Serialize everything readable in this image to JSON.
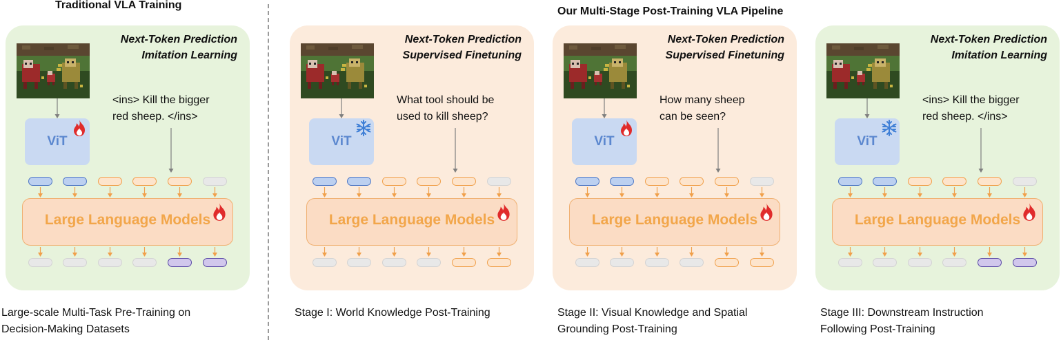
{
  "headings": {
    "traditional": "Traditional VLA Training",
    "pipeline": "Our Multi-Stage Post-Training VLA Pipeline"
  },
  "labels": {
    "vit": "ViT",
    "llm": "Large Language Models"
  },
  "panels": [
    {
      "color": "green",
      "objective_line1": "Next-Token Prediction",
      "objective_line2": "Imitation Learning",
      "prompt_line1": "<ins> Kill the bigger",
      "prompt_line2": "red sheep. </ins>",
      "vit_state": "fire-icon",
      "caption_line1": "Large-scale Multi-Task Pre-Training on",
      "caption_line2": "Decision-Making Datasets",
      "input_tokens": [
        "blue",
        "blue",
        "orange",
        "orange",
        "orange",
        "gray"
      ],
      "output_tokens": [
        "gray",
        "gray",
        "gray",
        "gray",
        "purple",
        "purple"
      ]
    },
    {
      "color": "peach",
      "objective_line1": "Next-Token Prediction",
      "objective_line2": "Supervised Finetuning",
      "prompt_line1": "What tool should be",
      "prompt_line2": "used to kill sheep?",
      "vit_state": "snowflake-icon",
      "caption_line1": "Stage I: World Knowledge Post-Training",
      "caption_line2": "",
      "input_tokens": [
        "blue",
        "blue",
        "orange",
        "orange",
        "orange",
        "gray"
      ],
      "output_tokens": [
        "gray",
        "gray",
        "gray",
        "gray",
        "orange",
        "orange"
      ]
    },
    {
      "color": "peach",
      "objective_line1": "Next-Token Prediction",
      "objective_line2": "Supervised Finetuning",
      "prompt_line1": "How many sheep",
      "prompt_line2": "can be seen?",
      "vit_state": "fire-icon",
      "caption_line1": "Stage II: Visual Knowledge and Spatial",
      "caption_line2": "Grounding Post-Training",
      "input_tokens": [
        "blue",
        "blue",
        "orange",
        "orange",
        "orange",
        "gray"
      ],
      "output_tokens": [
        "gray",
        "gray",
        "gray",
        "gray",
        "orange",
        "orange"
      ]
    },
    {
      "color": "green",
      "objective_line1": "Next-Token Prediction",
      "objective_line2": "Imitation Learning",
      "prompt_line1": "<ins> Kill the bigger",
      "prompt_line2": "red sheep. </ins>",
      "vit_state": "snowflake-icon",
      "caption_line1": "Stage III: Downstream Instruction",
      "caption_line2": "Following Post-Training",
      "input_tokens": [
        "blue",
        "blue",
        "orange",
        "orange",
        "orange",
        "gray"
      ],
      "output_tokens": [
        "gray",
        "gray",
        "gray",
        "gray",
        "purple",
        "purple"
      ]
    }
  ],
  "colors": {
    "panel_green": "#e7f3dc",
    "panel_peach": "#fcebdc",
    "vit_text": "#5b87cf",
    "llm_text": "#f2a64a",
    "arrow_gray": "#7f7f7f",
    "arrow_orange": "#f0a04b"
  }
}
